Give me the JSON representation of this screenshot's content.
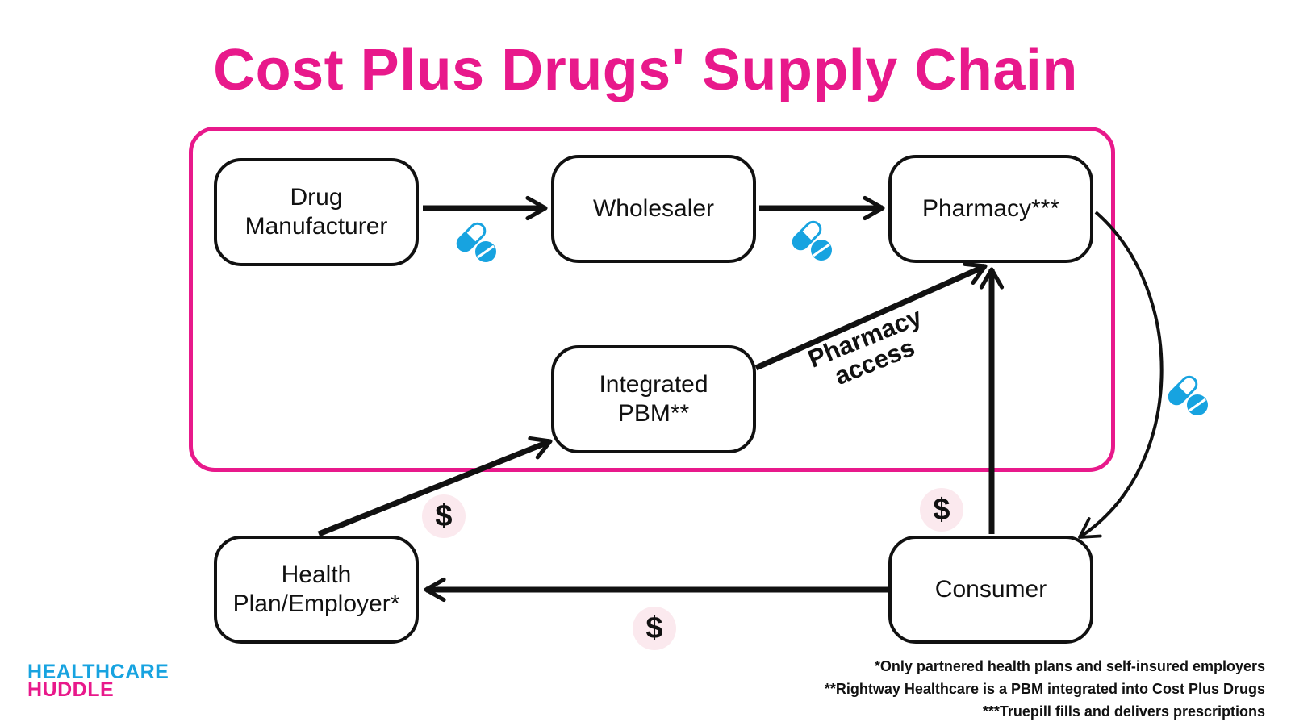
{
  "title": "Cost Plus Drugs' Supply Chain",
  "nodes": {
    "manufacturer": {
      "line1": "Drug",
      "line2": "Manufacturer"
    },
    "wholesaler": {
      "label": "Wholesaler"
    },
    "pharmacy": {
      "label": "Pharmacy***"
    },
    "pbm": {
      "line1": "Integrated",
      "line2": "PBM**"
    },
    "health_plan": {
      "line1": "Health",
      "line2": "Plan/Employer*"
    },
    "consumer": {
      "label": "Consumer"
    }
  },
  "edge_labels": {
    "pharmacy_access_line1": "Pharmacy",
    "pharmacy_access_line2": "access",
    "dollar": "$"
  },
  "footnotes": [
    "*Only partnered health plans and self-insured employers",
    "**Rightway Healthcare is a PBM integrated into Cost Plus Drugs",
    "***Truepill fills and delivers prescriptions"
  ],
  "logo": {
    "line1": "HEALTHCARE",
    "line2": "HUDDLE"
  },
  "icons": {
    "pill": "pill-capsule-icon",
    "money": "dollar-sign-icon"
  },
  "colors": {
    "brand_pink": "#e8198b",
    "brand_blue": "#17a3e0",
    "dollar_bg": "#fbe9ee"
  }
}
